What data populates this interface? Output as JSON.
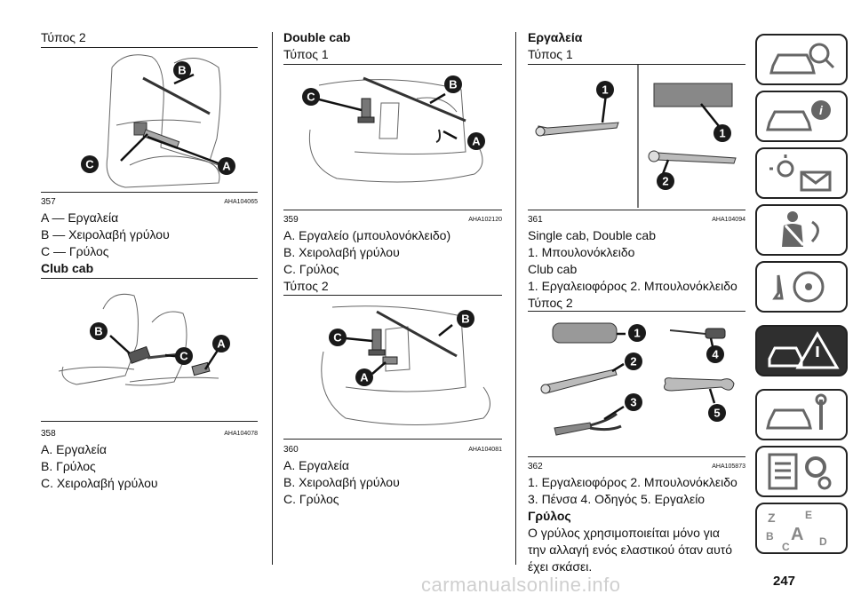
{
  "col1": {
    "heading_type2": "Τύπος 2",
    "fig357": {
      "num": "357",
      "code": "AHA104065"
    },
    "items357": [
      "A — Εργαλεία",
      "B — Χειρολαβή γρύλου",
      "C — Γρύλος"
    ],
    "club_heading": "Club cab",
    "fig358": {
      "num": "358",
      "code": "AHA104078"
    },
    "items358": [
      "A. Εργαλεία",
      "B. Γρύλος",
      "C. Χειρολαβή γρύλου"
    ]
  },
  "col2": {
    "double_heading": "Double cab",
    "type1": "Τύπος 1",
    "fig359": {
      "num": "359",
      "code": "AHA102120"
    },
    "items359": [
      "A. Εργαλείο (μπουλονόκλειδο)",
      "B. Χειρολαβή γρύλου",
      "C. Γρύλος"
    ],
    "type2": "Τύπος 2",
    "fig360": {
      "num": "360",
      "code": "AHA104081"
    },
    "items360": [
      "A. Εργαλεία",
      "B. Χειρολαβή γρύλου",
      "C. Γρύλος"
    ]
  },
  "col3": {
    "tools_heading": "Εργαλεία",
    "type1": "Τύπος 1",
    "fig361": {
      "num": "361",
      "code": "AHA104094"
    },
    "single_double": "Single cab, Double cab",
    "item_wrench": "1. Μπουλονόκλειδο",
    "club": "Club cab",
    "club_items": "1. Εργαλειοφόρος 2. Μπουλονόκλειδο",
    "type2": "Τύπος 2",
    "fig362": {
      "num": "362",
      "code": "AHA105873"
    },
    "items362_a": "1. Εργαλειοφόρος 2. Μπουλονόκλειδο",
    "items362_b": "3. Πένσα 4. Οδηγός 5. Εργαλείο",
    "jack_heading": "Γρύλος",
    "jack_text": [
      "Ο γρύλος χρησιμοποιείται μόνο για",
      "την αλλαγή ενός ελαστικού όταν αυτό",
      "έχει σκάσει."
    ]
  },
  "callouts": {
    "a": "A",
    "b": "B",
    "c": "C",
    "n1": "1",
    "n2": "2",
    "n3": "3",
    "n4": "4",
    "n5": "5"
  },
  "page_number": "247",
  "watermark": "carmanualsonline.info",
  "colors": {
    "callout": "#1a1a1a",
    "active_tab": "#2f2f2f"
  }
}
